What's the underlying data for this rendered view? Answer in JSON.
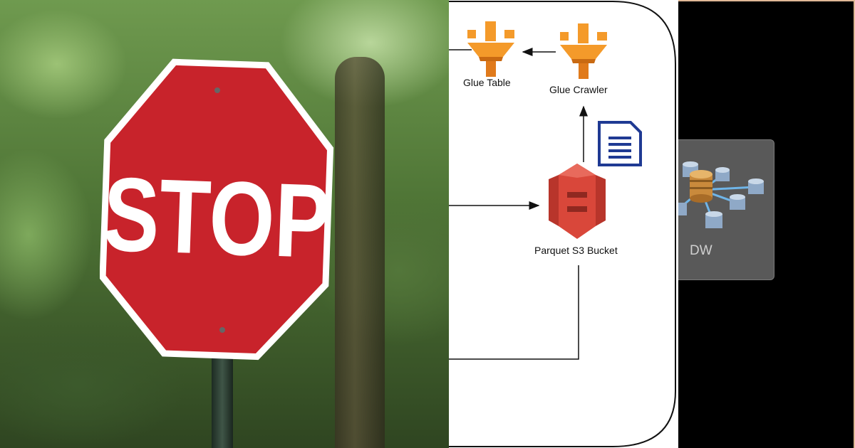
{
  "stop_sign": {
    "text": "STOP"
  },
  "diagram": {
    "glue_table_label": "Glue Table",
    "glue_crawler_label": "Glue Crawler",
    "s3_bucket_label": "Parquet S3 Bucket",
    "icons": [
      "glue-icon",
      "document-icon",
      "s3-bucket-icon"
    ]
  },
  "data_warehouse": {
    "label": "DW",
    "icon": "database-network-icon"
  },
  "colors": {
    "stop_red": "#c8232b",
    "glue_orange": "#f49a2a",
    "s3_red": "#d9473a",
    "document_blue": "#1f3a93",
    "dark_panel": "#000000",
    "dw_card": "#595959"
  }
}
